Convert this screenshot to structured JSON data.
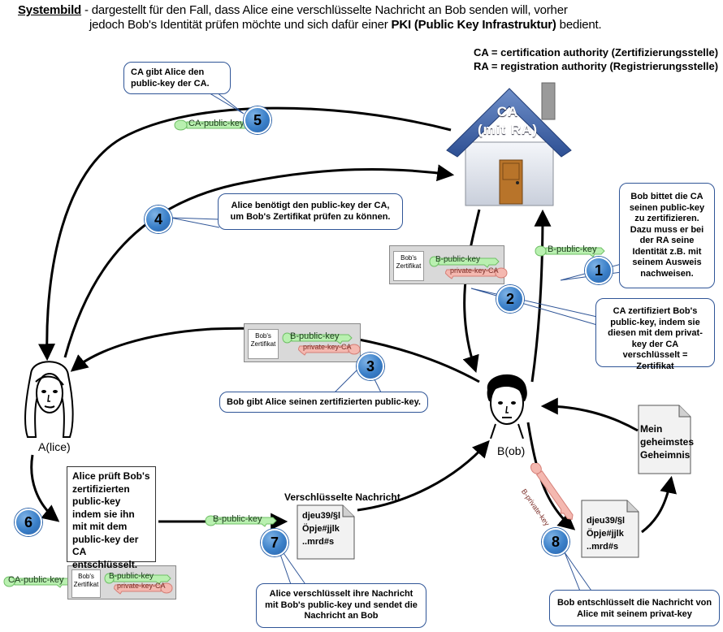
{
  "header": {
    "title": "Systembild",
    "line1_rest": " - dargestellt  für den Fall, dass Alice eine verschlüsselte Nachricht an Bob senden will, vorher",
    "line2_pre": "jedoch Bob's Identität prüfen möchte und sich dafür einer ",
    "line2_bold": "PKI (Public Key Infrastruktur)",
    "line2_post": " bedient."
  },
  "definitions": {
    "ca": "CA = certification authority (Zertifizierungsstelle)",
    "ra": "RA = registration authority (Registrierungsstelle)"
  },
  "ca_house": {
    "line1": "CA",
    "line2": "(mit RA)"
  },
  "people": {
    "alice": "A(lice)",
    "bob": "B(ob)"
  },
  "keys": {
    "ca_public_top": "CA-public-key",
    "bob_public_right": "B-public-key",
    "bob_public_msg": "B-public-key",
    "ca_public_bottom": "CA-public-key",
    "bob_private": "B-private-key"
  },
  "certificates": [
    {
      "label_line1": "Bob's",
      "label_line2": "Zertifikat",
      "public_key": "B-public-key",
      "private_key": "private-key-CA"
    },
    {
      "label_line1": "Bob's",
      "label_line2": "Zertifikat",
      "public_key": "B-public-key",
      "private_key": "private-key-CA"
    },
    {
      "label_line1": "Bob's",
      "label_line2": "Zertifikat",
      "public_key": "B-public-key",
      "private_key": "private-key-CA"
    }
  ],
  "steps": {
    "s1": "1",
    "s2": "2",
    "s3": "3",
    "s4": "4",
    "s5": "5",
    "s6": "6",
    "s7": "7",
    "s8": "8"
  },
  "callouts": {
    "c5": "CA gibt Alice den public-key der CA.",
    "c4": "Alice benötigt den public-key der CA, um Bob's Zertifikat prüfen zu können.",
    "c1": "Bob bittet die CA seinen public-key zu zertifizieren. Dazu muss er bei der RA seine Identität z.B. mit seinem Ausweis nachweisen.",
    "c2": "CA zertifiziert Bob's public-key, indem sie diesen mit dem privat-key der CA verschlüsselt = Zertifikat",
    "c3": "Bob gibt Alice seinen zertifizierten public-key.",
    "c7": "Alice verschlüsselt ihre Nachricht mit Bob's public-key und sendet die Nachricht an Bob",
    "c8": "Bob entschlüsselt die Nachricht von Alice mit seinem privat-key"
  },
  "step6_text": "Alice prüft Bob's zertifizierten public-key indem sie ihn mit mit dem public-key der CA entschlüsselt.",
  "documents": {
    "encrypted_title": "Verschlüsselte Nachricht",
    "encrypted_lines": [
      "djeu39/§l",
      "Öpje#jjlk",
      "..mrd#s"
    ],
    "decrypt_lines": [
      "djeu39/§l",
      "Öpje#jjlk",
      "..mrd#s"
    ],
    "secret_lines": [
      "Mein",
      "geheimstes",
      "Geheimnis"
    ]
  },
  "colors": {
    "public_key": "#b9f0b0",
    "private_key": "#f4b8b0",
    "badge": "#3a7fc8",
    "callout_border": "#2f5597"
  }
}
